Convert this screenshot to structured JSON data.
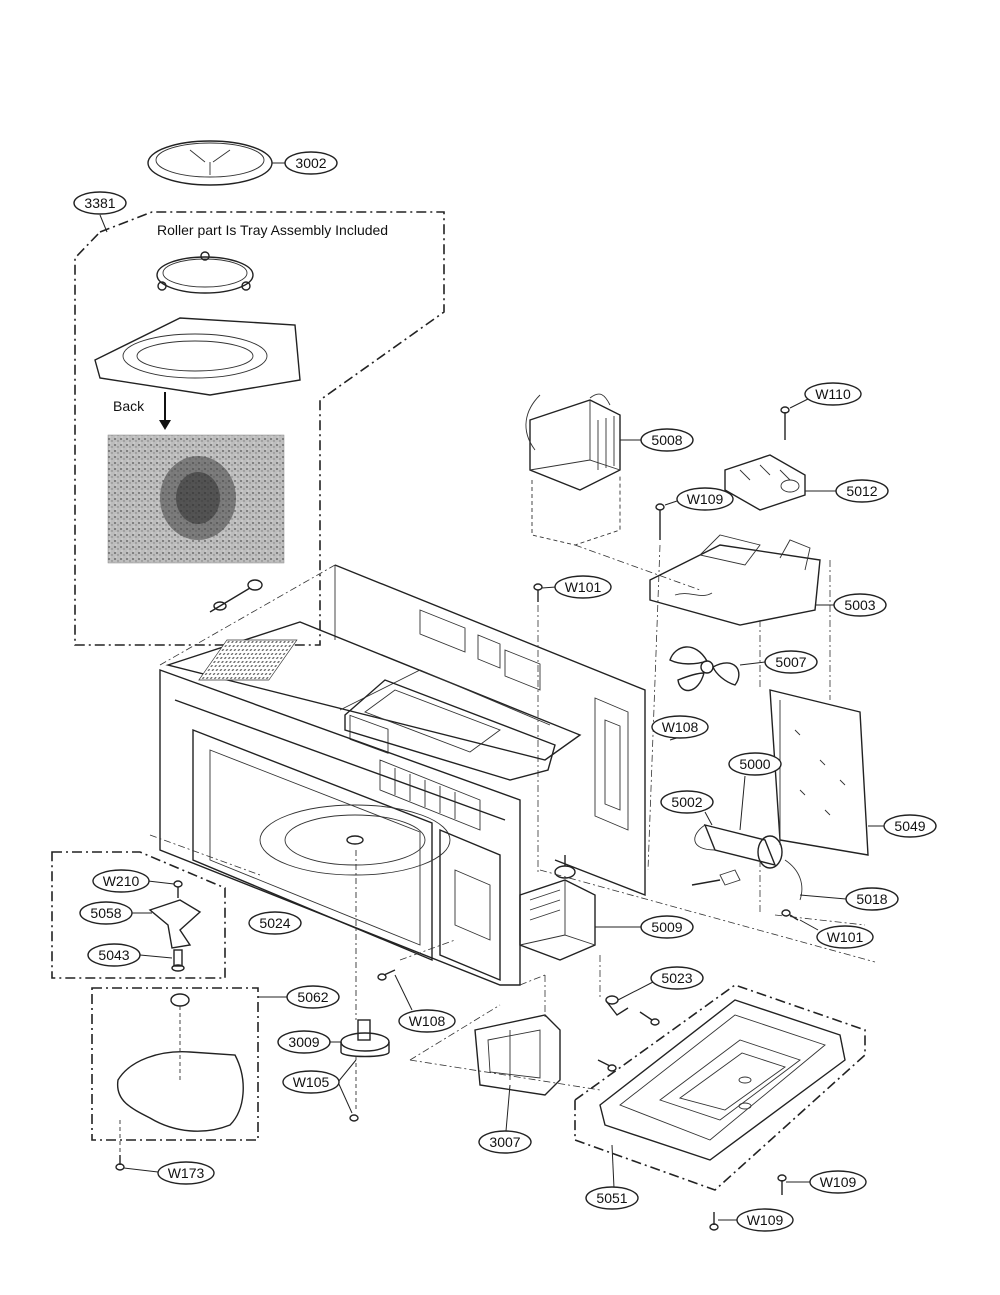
{
  "notes": {
    "roller_note": "Roller part Is Tray Assembly Included",
    "back_label": "Back"
  },
  "callouts": {
    "c3002": "3002",
    "c3381": "3381",
    "c5008": "5008",
    "w110": "W110",
    "w109_top": "W109",
    "c5012": "5012",
    "w101_top": "W101",
    "c5003": "5003",
    "c5007": "5007",
    "w108_right": "W108",
    "c5000": "5000",
    "c5002": "5002",
    "c5049": "5049",
    "c5018": "5018",
    "w101_right": "W101",
    "w210": "W210",
    "c5058": "5058",
    "c5043": "5043",
    "c5024": "5024",
    "c5009": "5009",
    "c5023": "5023",
    "c5062": "5062",
    "w108_bottom": "W108",
    "c3009": "3009",
    "w105": "W105",
    "c3007": "3007",
    "w173": "W173",
    "c5051": "5051",
    "w109_b1": "W109",
    "w109_b2": "W109"
  }
}
